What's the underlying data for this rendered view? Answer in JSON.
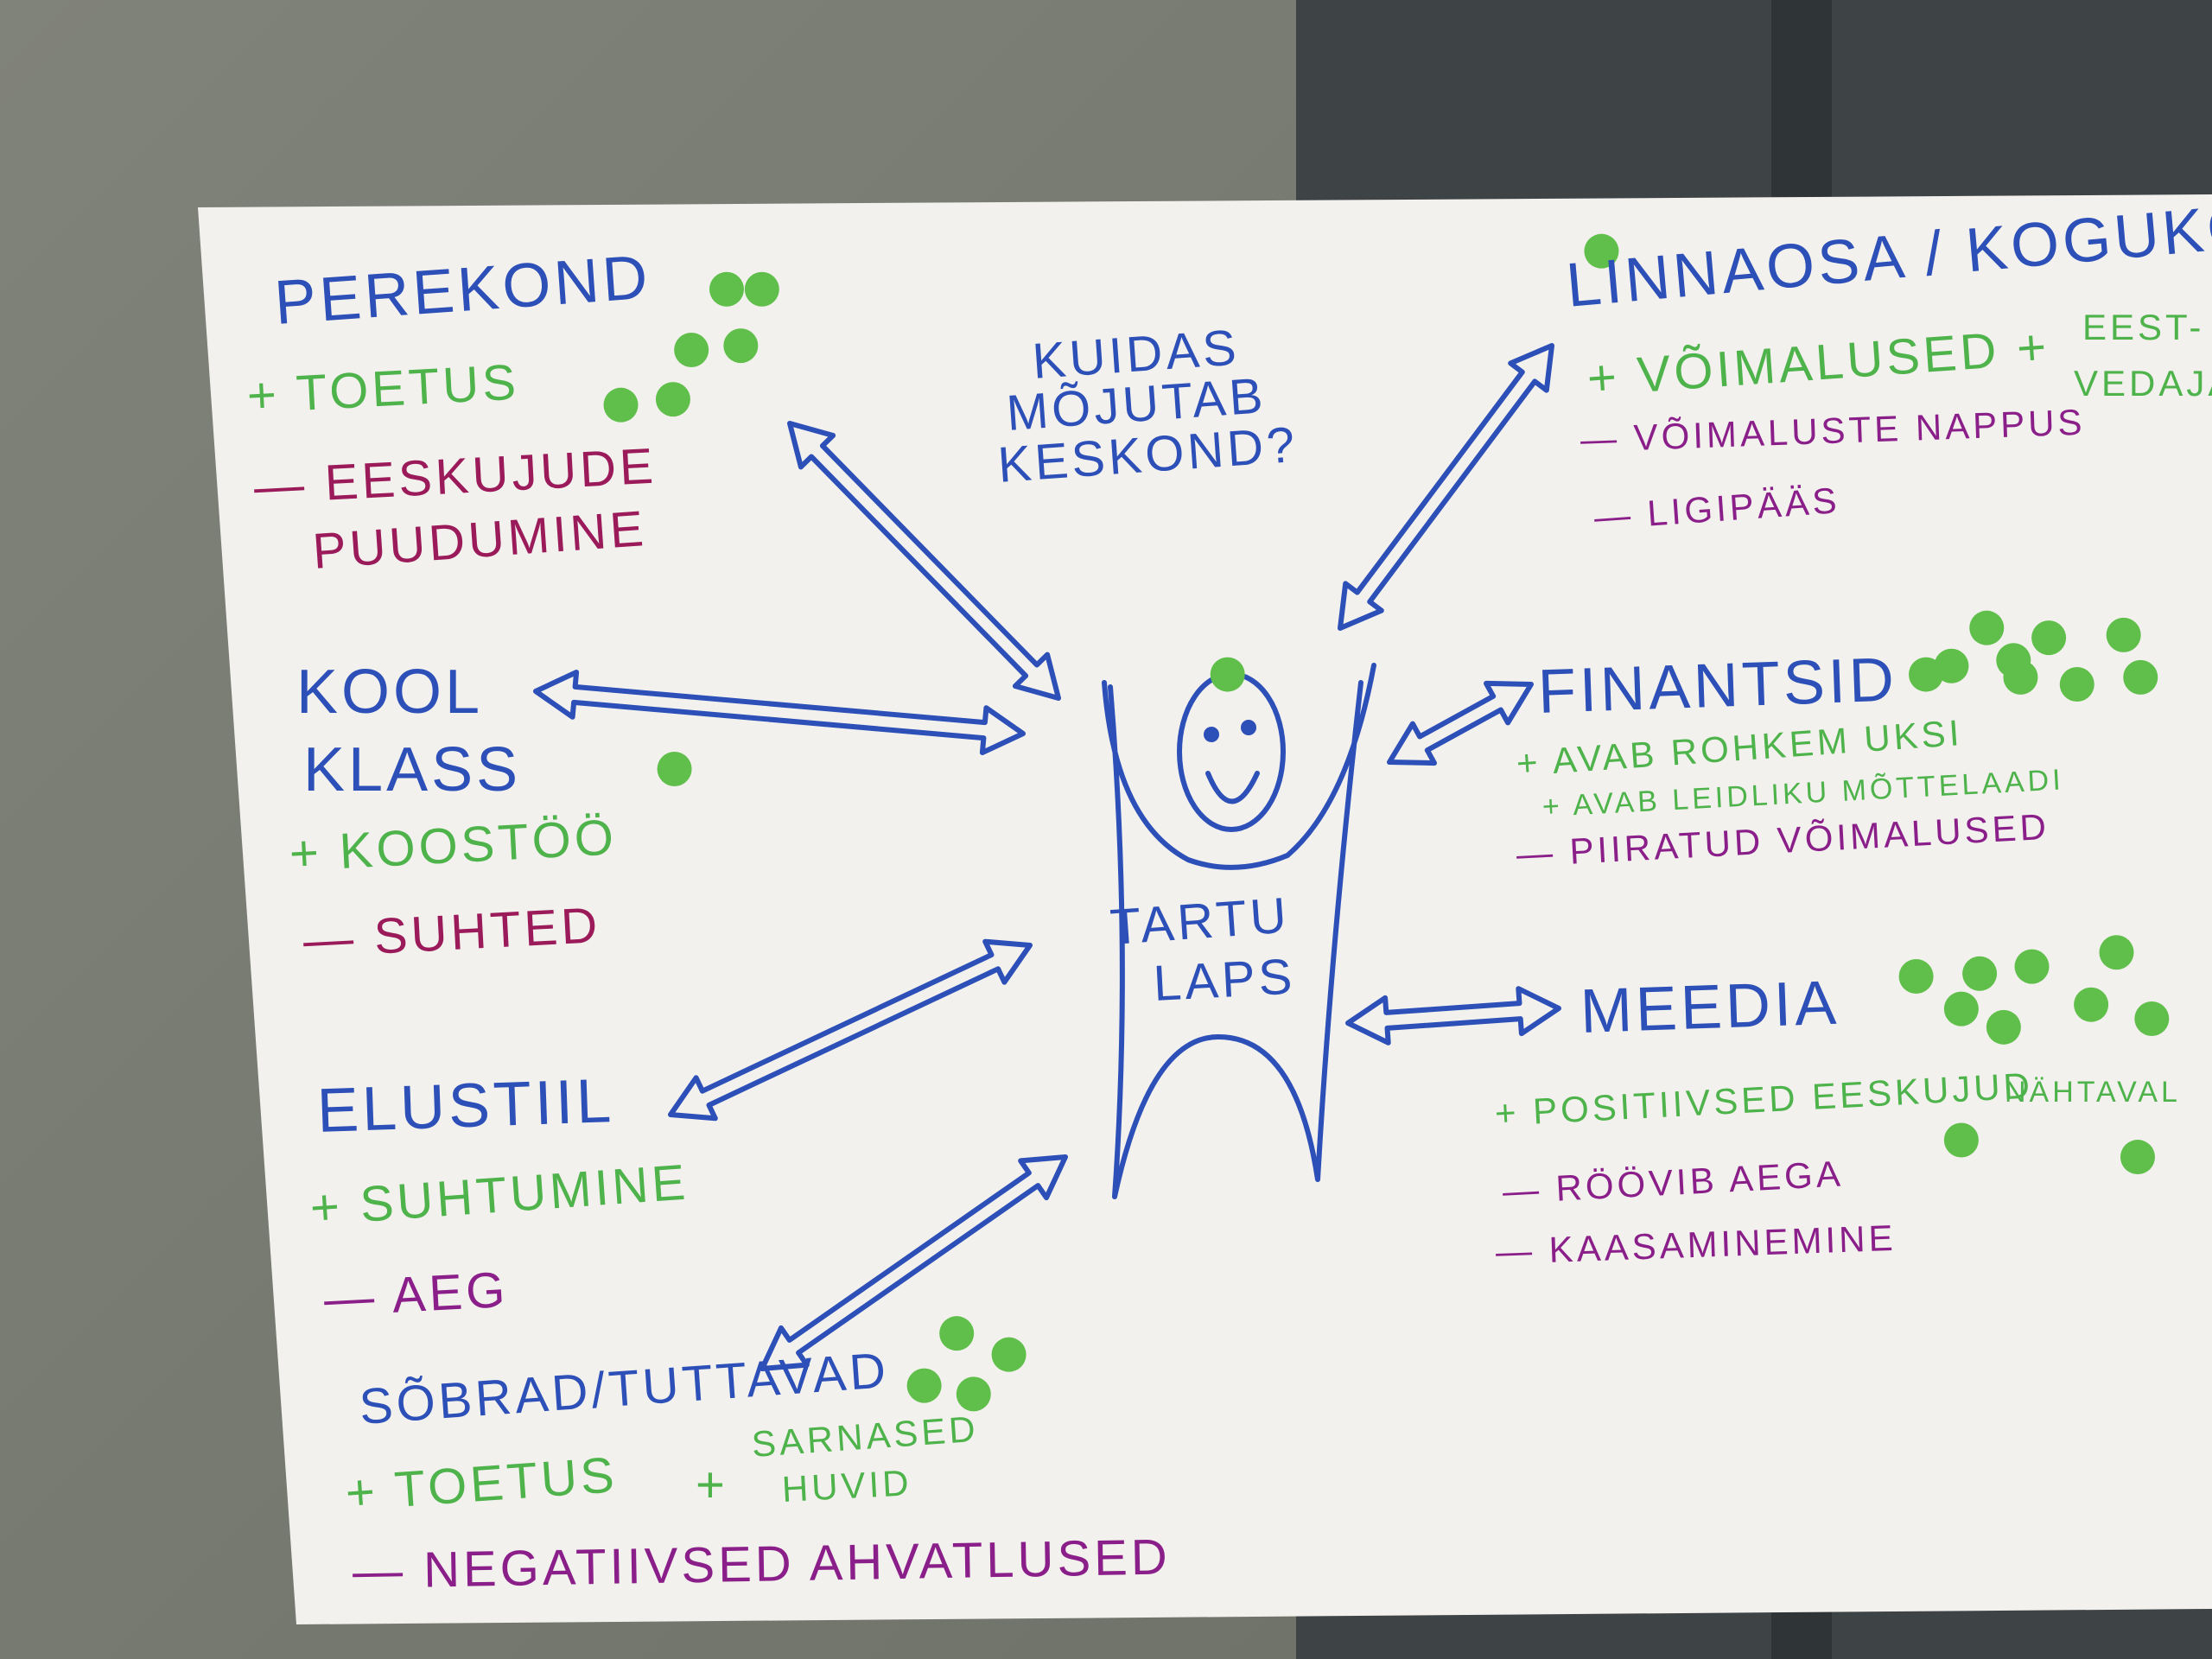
{
  "center": {
    "question": [
      "KUIDAS",
      "MÕJUTAB",
      "KESKOND?"
    ],
    "figure_label": [
      "TARTU",
      "LAPS"
    ]
  },
  "perekond": {
    "title": "PEREKOND",
    "plus": "+ TOETUS",
    "minus": "— EESKUJUDE",
    "minus_cont": "PUUDUMINE"
  },
  "kool": {
    "title_1": "KOOL",
    "title_2": "KLASS",
    "plus": "+ KOOSTÖÖ",
    "minus": "— SUHTED"
  },
  "elustiil": {
    "title": "ELUSTIIL",
    "plus": "+ SUHTUMINE",
    "minus": "— AEG"
  },
  "sobrad": {
    "title": "SÕBRAD/TUTTAVAD",
    "plus": "+ TOETUS",
    "plus_2": "+",
    "plus_2_text": [
      "SARNASED",
      "HUVID"
    ],
    "minus": "— NEGATIIVSED AHVATLUSED"
  },
  "linnaosa": {
    "title": "LINNAOSA / KOGUKOND",
    "plus": "+ VÕIMALUSED +",
    "plus_2": [
      "EEST-",
      "VEDAJAD"
    ],
    "minus_1": "— VÕIMALUSTE  NAPPUS",
    "minus_2": "— LIGIPÄÄS"
  },
  "finantsid": {
    "title": "FINANTSID",
    "plus_1": "+ AVAB ROHKEM UKSI",
    "plus_2": "+ AVAB LEIDLIKU MÕTTELAADI",
    "minus": "— PIIRATUD  VÕIMALUSED"
  },
  "meedia": {
    "title": "MEEDIA",
    "plus": "+ POSITIIVSED EESKUJUD",
    "plus_cont": "NÄHTAVAL",
    "minus_1": "— RÖÖVIB AEGA",
    "minus_2": "— KAASAMINEMINE"
  },
  "colors": {
    "blue": "#2c4fb8",
    "green": "#4db34a",
    "purple": "#8a1f8a",
    "dot": "#5fbf4a",
    "paper": "#f3f1ee"
  }
}
